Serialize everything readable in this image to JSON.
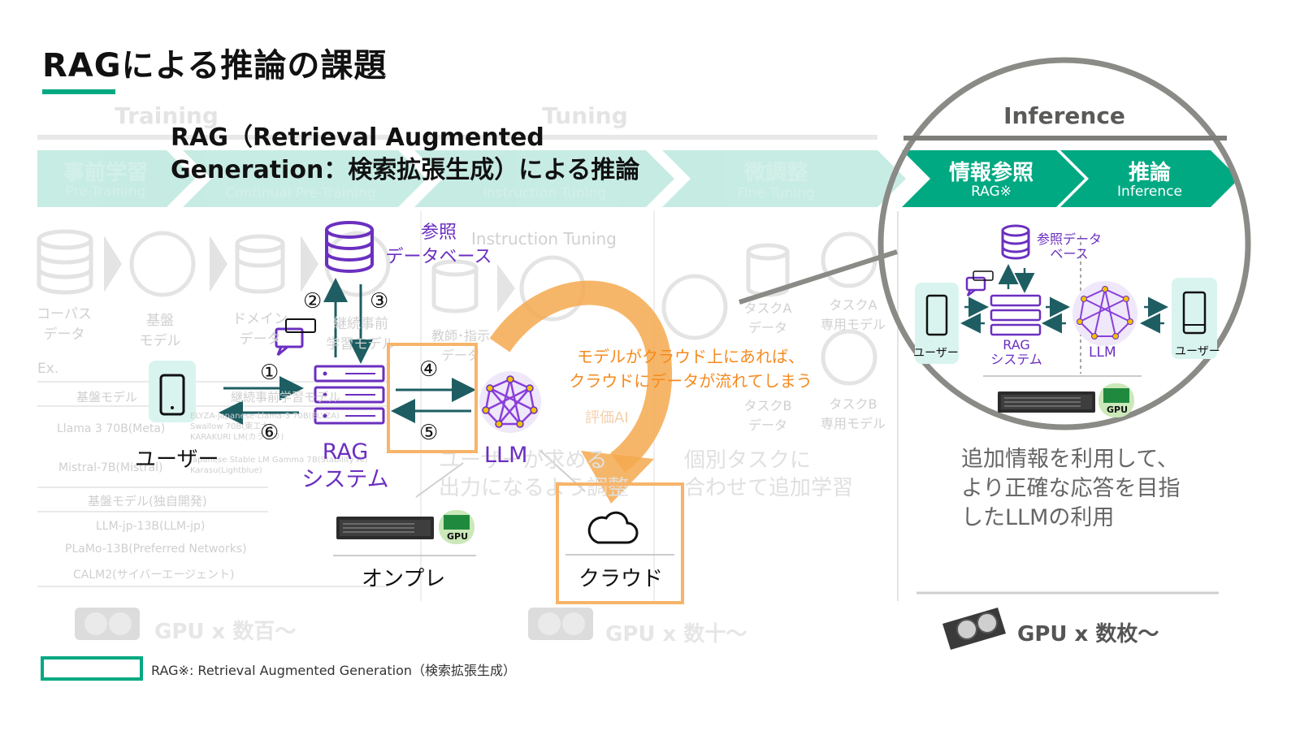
{
  "title": "RAGによる推論の課題",
  "stages": {
    "training": "Training",
    "tuning": "Tuning",
    "inference": "Inference"
  },
  "heading": {
    "line1": "RAG（Retrieval Augmented",
    "line2": "Generation：検索拡張生成）による推論"
  },
  "pipeline": [
    {
      "main": "事前学習",
      "sub": "Pre-Training"
    },
    {
      "main": "",
      "sub": "Continual Pre-Training"
    },
    {
      "main": "",
      "sub": "Instruction Tuning"
    },
    {
      "main": "微調整",
      "sub": "Fine Tuning"
    }
  ],
  "inference_chevrons": [
    {
      "main": "情報参照",
      "sub": "RAG※"
    },
    {
      "main": "推論",
      "sub": "Inference"
    }
  ],
  "background": {
    "corpus": "コーパス\nデータ",
    "base_model": "基盤\nモデル",
    "domain_data": "ドメイン\nデータ",
    "continual_model": "継続事前\n学習モデル",
    "instruction_tuning": "Instruction Tuning",
    "teacher": "教師･指示\nデータ",
    "task_a_data": "タスクA\nデータ",
    "task_a_model": "タスクA\n専用モデル",
    "task_b_data": "タスクB\nデータ",
    "task_b_model": "タスクB\n専用モデル",
    "ex": "Ex.",
    "table_header1": "基盤モデル",
    "table_header_cont": "継続事前学習モデル",
    "row1": "Llama 3 70B(Meta)",
    "row1b": "ELYZA-japanese-Llama-3 70B(ELYZA)\nSwallow 70B(東工大)\nKARAKURI LM(カラクリ)",
    "row2": "Mistral-7B(Mistral)",
    "row2b": "Japanese Stable LM Gamma 7B(Stability AI)\nKarasu(Lightblue)",
    "table_header2": "基盤モデル(独自開発)",
    "row3": "LLM-jp-13B(LLM-jp)",
    "row4": "PLaMo-13B(Preferred Networks)",
    "row5": "CALM2(サイバーエージェント)",
    "tuning_desc": "ユーザーが求める\n出力になるよう調整",
    "finetune_desc": "個別タスクに\n合わせて追加学習",
    "eval_ai": "評価AI",
    "gpu_hundreds": "GPU x 数百～",
    "gpu_tens": "GPU x 数十～"
  },
  "main_diagram": {
    "ref_db": "参照\nデータベース",
    "user": "ユーザー",
    "rag_system": "RAG\nシステム",
    "llm": "LLM",
    "onprem": "オンプレ",
    "cloud": "クラウド",
    "steps": [
      "①",
      "②",
      "③",
      "④",
      "⑤",
      "⑥"
    ],
    "note": "モデルがクラウド上にあれば、\nクラウドにデータが流れてしまう",
    "gpu_chip": "GPU"
  },
  "zoom": {
    "ref_db": "参照データ\nベース",
    "user_left": "ユーザー",
    "rag_system": "RAG\nシステム",
    "llm": "LLM",
    "user_right": "ユーザー",
    "gpu_chip": "GPU",
    "desc": "追加情報を利用して、\nより正確な応答を目指\nしたLLMの利用",
    "gpu": "GPU x 数枚～"
  },
  "footer": "RAG※: Retrieval Augmented Generation（検索拡張生成）",
  "colors": {
    "accent": "#01a982",
    "purple": "#6b2fc0",
    "orange": "#f58a1f",
    "orange_border": "#f7b46a",
    "teal_arrow": "#1e5e63",
    "circle": "#8a8a86"
  }
}
